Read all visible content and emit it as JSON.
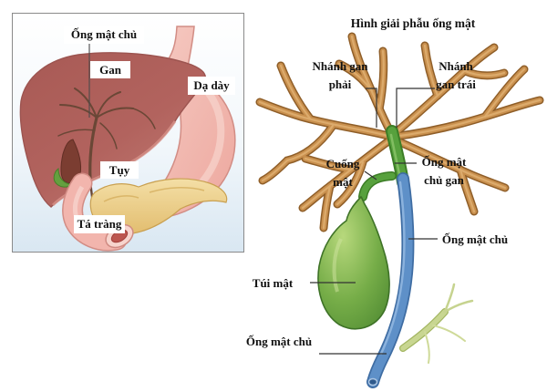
{
  "left_panel": {
    "labels": {
      "common_bile_duct": "Ống mật chủ",
      "liver": "Gan",
      "stomach": "Dạ dày",
      "pancreas": "Tụy",
      "duodenum": "Tá tràng"
    }
  },
  "right_panel": {
    "title": "Hình giải phẫu ống mật",
    "labels": {
      "right_hepatic_branch": "Nhánh gan phải",
      "left_hepatic_branch": "Nhánh gan trái",
      "cystic_duct": "Cuống mật",
      "common_hepatic_duct": "Ống mật chủ gan",
      "common_bile_duct": "Ống mật chủ",
      "gallbladder": "Túi mật",
      "common_bile_duct_lower": "Ống mật chủ"
    }
  },
  "colors": {
    "hepatic_branches_tan": "#c9904e",
    "common_hepatic_duct_green": "#57a13d",
    "common_bile_duct_blue": "#5e90c8",
    "gallbladder_green": "#6fae45",
    "pancreatic_duct_yellow_green": "#c6d48c",
    "liver_red": "#b2635e",
    "stomach_pink": "#f2b5ad",
    "pancreas_yellow": "#eed28e"
  }
}
